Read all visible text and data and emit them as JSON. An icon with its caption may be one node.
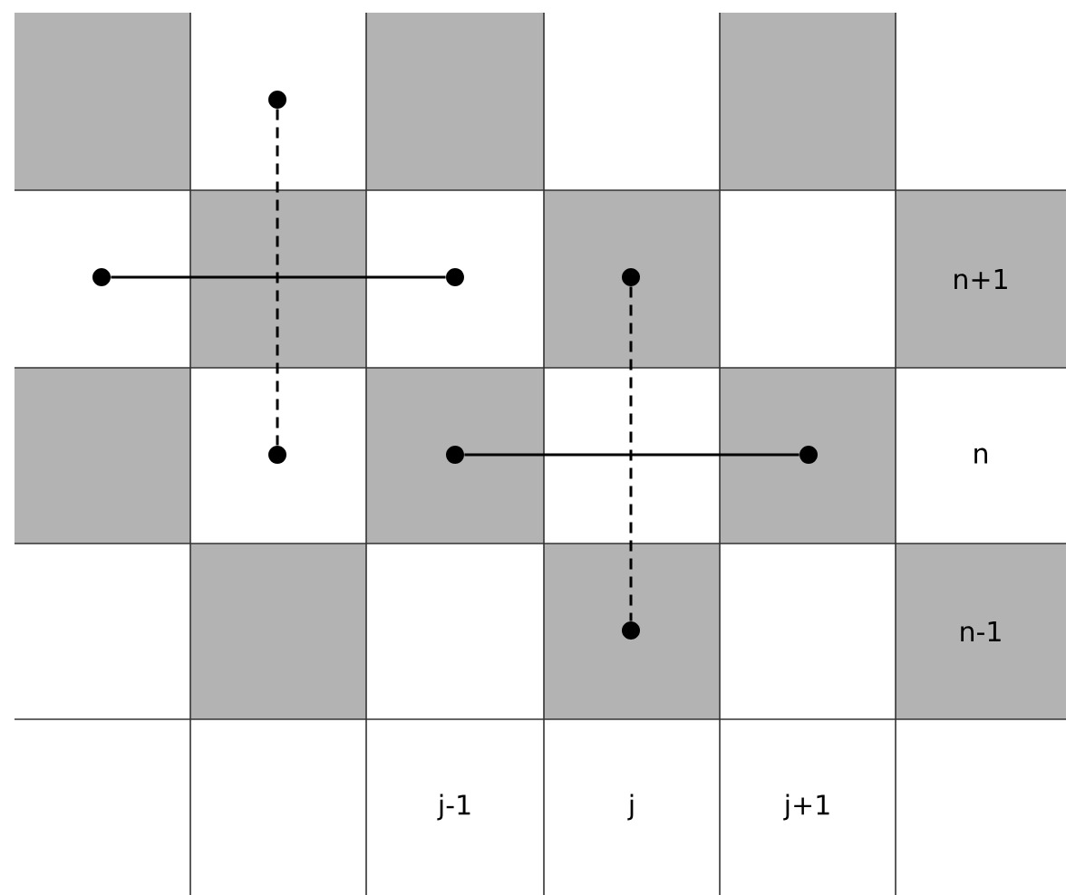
{
  "diagram": {
    "nodes": [
      {
        "text": [],
        "shape": "circle"
      },
      {
        "text": [],
        "shape": "circle"
      },
      {
        "text": [],
        "shape": "circle"
      },
      {
        "text": [],
        "shape": "circle"
      },
      {
        "text": [],
        "shape": "circle"
      },
      {
        "text": [],
        "shape": "circle"
      },
      {
        "text": [],
        "shape": "circle"
      },
      {
        "text": [],
        "shape": "circle"
      }
    ],
    "edges": [
      {
        "from": 0,
        "to": 4,
        "arrow": "none",
        "style": "dashed"
      },
      {
        "from": 1,
        "to": 2,
        "arrow": "none"
      },
      {
        "from": 3,
        "to": 7,
        "arrow": "none",
        "style": "dashed"
      },
      {
        "from": 5,
        "to": 6,
        "arrow": "none"
      }
    ],
    "labels": [
      "n+1",
      "n",
      "n-1",
      "j-1",
      "j",
      "j+1"
    ]
  }
}
